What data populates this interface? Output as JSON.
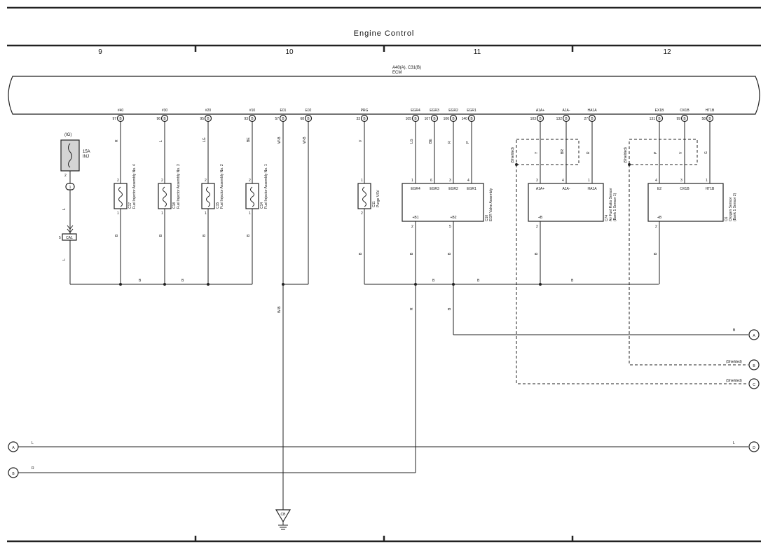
{
  "page": {
    "title": "Engine Control",
    "columns": [
      "9",
      "10",
      "11",
      "12"
    ],
    "ecm_code": "A40(A), C31(B)",
    "ecm_label": "ECM"
  },
  "ecm_pins": [
    {
      "name": "#40",
      "num": "97",
      "conn": "B"
    },
    {
      "name": "#30",
      "num": "96",
      "conn": "B"
    },
    {
      "name": "#20",
      "num": "95",
      "conn": "B"
    },
    {
      "name": "#10",
      "num": "93",
      "conn": "B"
    },
    {
      "name": "E01",
      "num": "57",
      "conn": "B"
    },
    {
      "name": "E02",
      "num": "68",
      "conn": "B"
    },
    {
      "name": "PRG",
      "num": "33",
      "conn": "B"
    },
    {
      "name": "EGR4",
      "num": "105",
      "conn": "B"
    },
    {
      "name": "EGR3",
      "num": "107",
      "conn": "B"
    },
    {
      "name": "EGR2",
      "num": "106",
      "conn": "B"
    },
    {
      "name": "EGR1",
      "num": "140",
      "conn": "B"
    },
    {
      "name": "A1A+",
      "num": "103",
      "conn": "B"
    },
    {
      "name": "A1A-",
      "num": "132",
      "conn": "B"
    },
    {
      "name": "HA1A",
      "num": "27",
      "conn": "B"
    },
    {
      "name": "EX1B",
      "num": "131",
      "conn": "B"
    },
    {
      "name": "OX1B",
      "num": "99",
      "conn": "B"
    },
    {
      "name": "HT1B",
      "num": "58",
      "conn": "B"
    }
  ],
  "wire_colors": {
    "inj4": "R",
    "inj3": "L",
    "inj2": "LG",
    "inj1": "BE",
    "e01": "W-B",
    "e02": "W-B",
    "prg": "V",
    "egr4": "LG",
    "egr3": "BE",
    "egr2": "R",
    "egr1": "P",
    "a1ap": "Y",
    "a1am": "BR",
    "ha1a": "R",
    "ex1b": "P",
    "ox1b": "V",
    "ht1b": "G",
    "b": "B",
    "l": "L",
    "wb": "W-B",
    "r": "R"
  },
  "fuse": {
    "ig": "(IG)",
    "amp": "15A",
    "name": "INJ",
    "pin": "2",
    "conn": "1"
  },
  "connector_ca1": {
    "pin": "5",
    "name": "CA1"
  },
  "injectors": [
    {
      "code": "C17",
      "name": "Fuel Injector Assembly No. 4",
      "p_top": "2",
      "p_bot": "1"
    },
    {
      "code": "C18",
      "name": "Fuel Injector Assembly No. 3",
      "p_top": "2",
      "p_bot": "1"
    },
    {
      "code": "C15",
      "name": "Fuel Injector Assembly No. 2",
      "p_top": "2",
      "p_bot": "1"
    },
    {
      "code": "C14",
      "name": "Fuel Injector Assembly No. 1",
      "p_top": "2",
      "p_bot": "1"
    }
  ],
  "purge_vsv": {
    "code": "C11",
    "name": "Purge VSV",
    "p_top": "1",
    "p_bot": "2"
  },
  "egr_valve": {
    "code": "C10",
    "name": "EGR Valve Assembly",
    "pins": [
      {
        "num": "1",
        "label": "EGR4"
      },
      {
        "num": "6",
        "label": "EGR3"
      },
      {
        "num": "3",
        "label": "EGR2"
      },
      {
        "num": "4",
        "label": "EGR1"
      }
    ],
    "bottom": [
      {
        "label": "+B1",
        "num": "2"
      },
      {
        "label": "+B2",
        "num": "5"
      }
    ]
  },
  "af_sensor": {
    "code": "C74",
    "name": "Air Fuel Ratio Sensor",
    "sub": "(Bank 1 Sensor 1)",
    "pins": [
      {
        "num": "3",
        "label": "A1A+"
      },
      {
        "num": "4",
        "label": "A1A-"
      },
      {
        "num": "1",
        "label": "HA1A"
      }
    ],
    "bottom": {
      "label": "+B",
      "num": "2"
    }
  },
  "o2_sensor": {
    "code": "C6",
    "name": "Oxygen Sensor",
    "sub": "(Bank 1 Sensor 2)",
    "pins": [
      {
        "num": "4",
        "label": "E2"
      },
      {
        "num": "3",
        "label": "OX1B"
      },
      {
        "num": "1",
        "label": "HT1B"
      }
    ],
    "bottom": {
      "label": "+B",
      "num": "2"
    }
  },
  "shielded": "(Shielded)",
  "ground": "CB",
  "connectors_right": [
    "A",
    "B",
    "C",
    "D"
  ],
  "connectors_left": [
    "A",
    "B"
  ]
}
